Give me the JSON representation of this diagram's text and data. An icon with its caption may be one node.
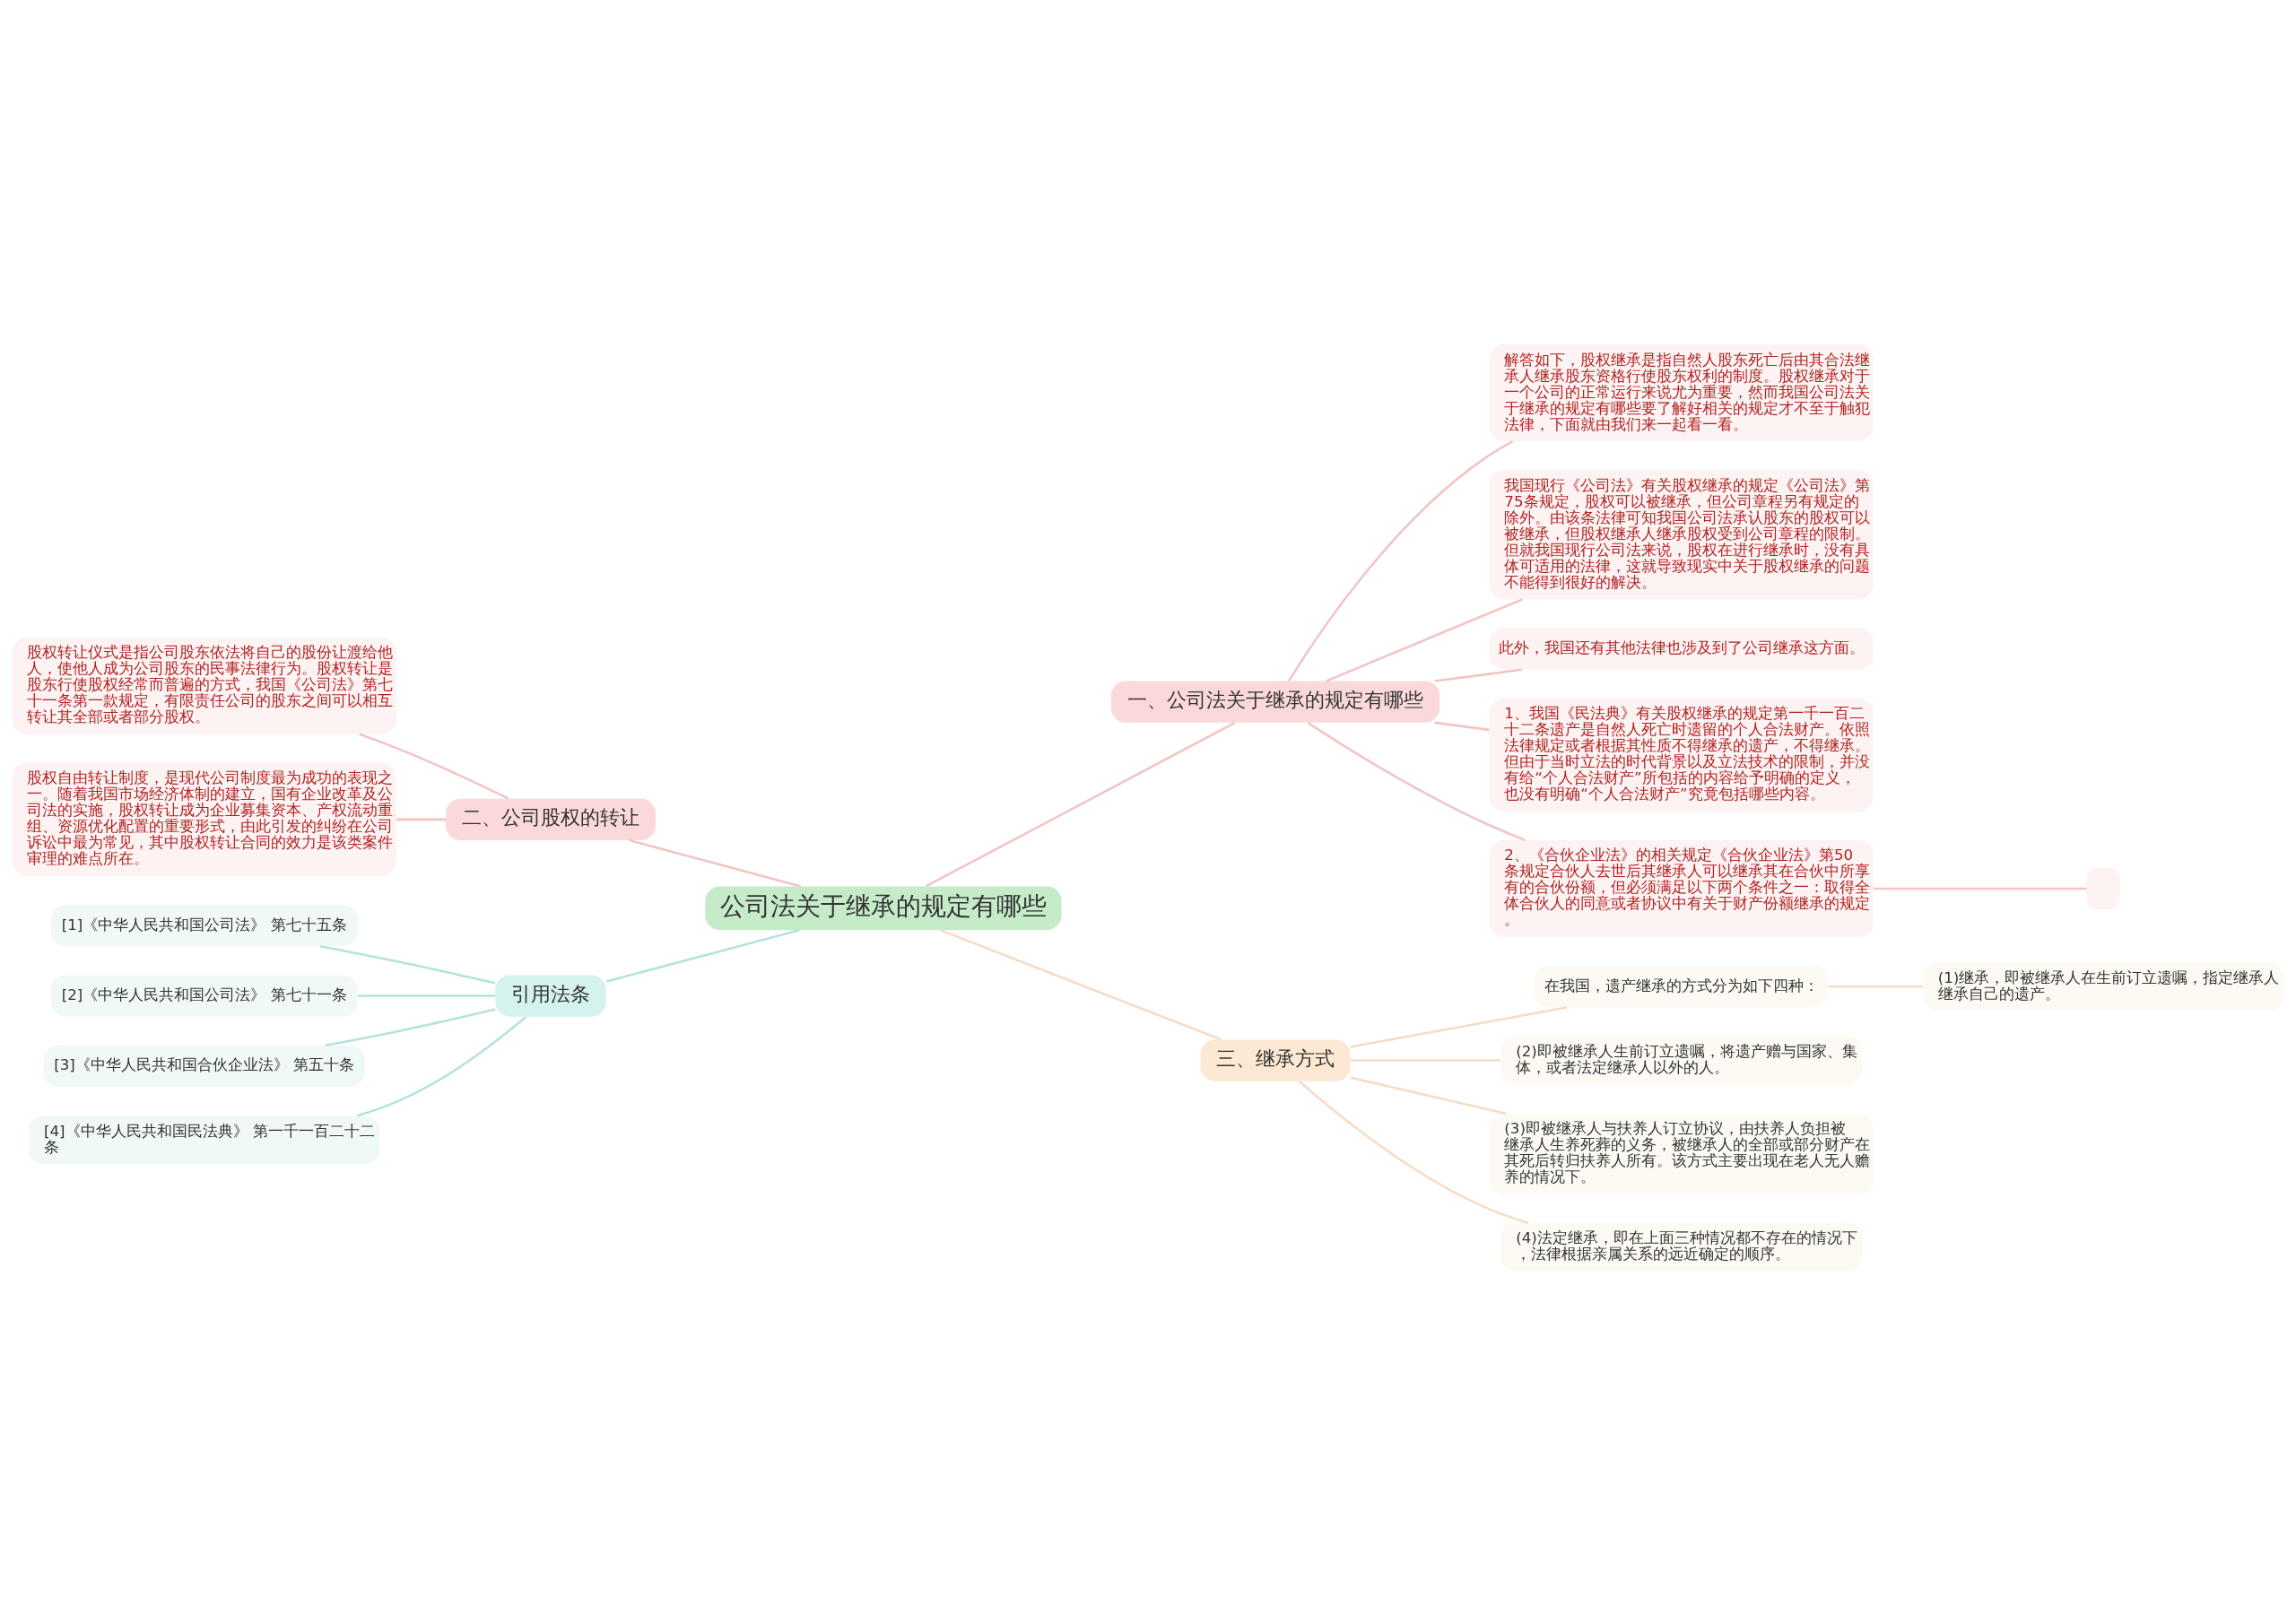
{
  "diagram": {
    "nodes": [
      {
        "text": [
          "公司法关于继承的规定有哪些"
        ]
      },
      {
        "text": [
          "一、公司法关于继承的规定有哪些"
        ]
      },
      {
        "text": [
          "解答如下，股权继承是指自然人股东死亡后由其合法继承人继承股东资格行使股东权利的制度。股权继承对于一个公司的正常运行来说尤为重要，然而我国公司法关于继承的规定有哪些要了解好相关的规定才不至于触犯法律，下面就由我们来一起看一看。"
        ]
      },
      {
        "text": [
          "我国现行《公司法》有关股权继承的规定《公司法》第75条规定，股权可以被继承，但公司章程另有规定的除外。由该条法律可知我国公司法承认股东的股权可以被继承，但股权继承人继承股权受到公司章程的限制。但就我国现行公司法来说，股权在进行继承时，没有具体可适用的法律，这就导致现实中关于股权继承的问题不能得到很好的解决。"
        ]
      },
      {
        "text": [
          "此外，我国还有其他法律也涉及到了公司继承这方面。"
        ]
      },
      {
        "text": [
          "1、我国《民法典》有关股权继承的规定第一千一百二十二条遗产是自然人死亡时遗留的个人合法财产。依照法律规定或者根据其性质不得继承的遗产，不得继承。但由于当时立法的时代背景以及立法技术的限制，并没有给“个人合法财产”所包括的内容给予明确的定义，也没有明确“个人合法财产”究竟包括哪些内容。"
        ]
      },
      {
        "text": [
          "2、《合伙企业法》的相关规定《合伙企业法》第50条规定合伙人去世后其继承人可以继承其在合伙中所享有的合伙份额，但必须满足以下两个条件之一：取得全体合伙人的同意或者协议中有关于财产份额继承的规定。"
        ]
      },
      {
        "text": [],
        "shape": "box"
      },
      {
        "text": [
          "二、公司股权的转让"
        ]
      },
      {
        "text": [
          "股权转让仪式是指公司股东依法将自己的股份让渡给他人，使他人成为公司股东的民事法律行为。股权转让是股东行使股权经常而普遍的方式，我国《公司法》第七十一条第一款规定，有限责任公司的股东之间可以相互转让其全部或者部分股权。"
        ]
      },
      {
        "text": [
          "股权自由转让制度，是现代公司制度最为成功的表现之一。随着我国市场经济体制的建立，国有企业改革及公司法的实施，股权转让成为企业募集资本、产权流动重组、资源优化配置的重要形式，由此引发的纠纷在公司诉讼中最为常见，其中股权转让合同的效力是该类案件审理的难点所在。"
        ]
      },
      {
        "text": [
          "引用法条"
        ]
      },
      {
        "text": [
          "[1]《中华人民共和国公司法》 第七十五条"
        ]
      },
      {
        "text": [
          "[2]《中华人民共和国公司法》 第七十一条"
        ]
      },
      {
        "text": [
          "[3]《中华人民共和国合伙企业法》 第五十条"
        ]
      },
      {
        "text": [
          "[4]《中华人民共和国民法典》 第一千一百二十二条"
        ]
      },
      {
        "text": [
          "三、继承方式"
        ]
      },
      {
        "text": [
          "在我国，遗产继承的方式分为如下四种："
        ]
      },
      {
        "text": [
          "(1)继承，即被继承人在生前订立遗嘱，指定继承人继承自己的遗产。"
        ]
      },
      {
        "text": [
          "(2)即被继承人生前订立遗嘱，将遗产赠与国家、集体，或者法定继承人以外的人。"
        ]
      },
      {
        "text": [
          "(3)即被继承人与扶养人订立协议，由扶养人负担被继承人生养死葬的义务，被继承人的全部或部分财产在其死后转归扶养人所有。该方式主要出现在老人无人赡养的情况下。"
        ]
      },
      {
        "text": [
          "(4)法定继承，即在上面三种情况都不存在的情况下，法律根据亲属关系的远近确定的顺序。"
        ]
      }
    ],
    "edges": [
      {
        "from": 0,
        "to": 1,
        "arrow": "none"
      },
      {
        "from": 1,
        "to": 2,
        "arrow": "none"
      },
      {
        "from": 1,
        "to": 3,
        "arrow": "none"
      },
      {
        "from": 1,
        "to": 4,
        "arrow": "none"
      },
      {
        "from": 1,
        "to": 5,
        "arrow": "none"
      },
      {
        "from": 1,
        "to": 6,
        "arrow": "none"
      },
      {
        "from": 6,
        "to": 7,
        "arrow": "none"
      },
      {
        "from": 0,
        "to": 8,
        "arrow": "none"
      },
      {
        "from": 8,
        "to": 9,
        "arrow": "none"
      },
      {
        "from": 8,
        "to": 10,
        "arrow": "none"
      },
      {
        "from": 0,
        "to": 11,
        "arrow": "none",
        "color": "#b5e3dc"
      },
      {
        "from": 11,
        "to": 12,
        "arrow": "none",
        "color": "#b5e3dc"
      },
      {
        "from": 11,
        "to": 13,
        "arrow": "none",
        "color": "#b5e3dc"
      },
      {
        "from": 11,
        "to": 14,
        "arrow": "none",
        "color": "#b5e3dc"
      },
      {
        "from": 11,
        "to": 15,
        "arrow": "none",
        "color": "#b5e3dc"
      },
      {
        "from": 0,
        "to": 16,
        "arrow": "none",
        "color": "#f5dcc4"
      },
      {
        "from": 16,
        "to": 17,
        "arrow": "none",
        "color": "#f5dcc4"
      },
      {
        "from": 17,
        "to": 18,
        "arrow": "none",
        "color": "#f5dcc4"
      },
      {
        "from": 16,
        "to": 19,
        "arrow": "none",
        "color": "#f5dcc4"
      },
      {
        "from": 16,
        "to": 20,
        "arrow": "none",
        "color": "#f5dcc4"
      },
      {
        "from": 16,
        "to": 21,
        "arrow": "none",
        "color": "#f5dcc4"
      }
    ]
  }
}
